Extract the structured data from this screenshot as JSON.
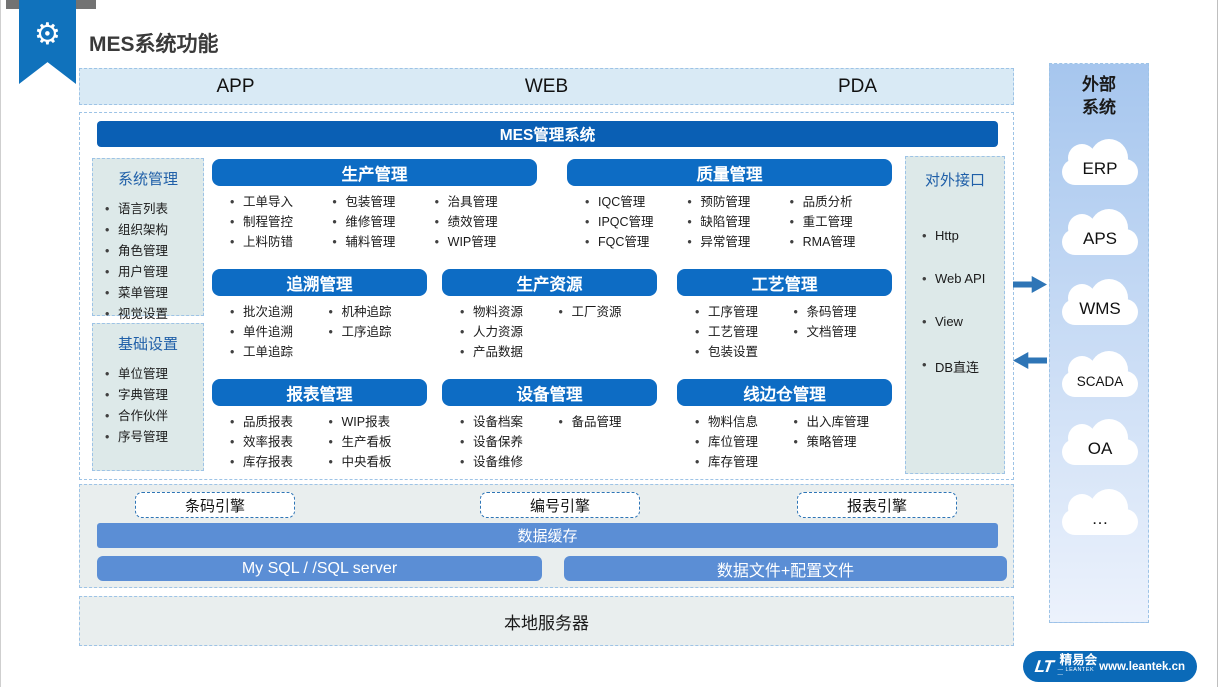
{
  "page": {
    "title": "MES系统功能"
  },
  "app_bar": {
    "items": [
      "APP",
      "WEB",
      "PDA"
    ]
  },
  "mes": {
    "title": "MES管理系统"
  },
  "left_boxes": [
    {
      "title": "系统管理",
      "items": [
        "语言列表",
        "组织架构",
        "角色管理",
        "用户管理",
        "菜单管理",
        "视觉设置"
      ]
    },
    {
      "title": "基础设置",
      "items": [
        "单位管理",
        "字典管理",
        "合作伙伴",
        "序号管理"
      ]
    }
  ],
  "sections": [
    {
      "title": "生产管理",
      "columns": [
        [
          "工单导入",
          "制程管控",
          "上料防错"
        ],
        [
          "包装管理",
          "维修管理",
          "辅料管理"
        ],
        [
          "治具管理",
          "绩效管理",
          "WIP管理"
        ]
      ]
    },
    {
      "title": "质量管理",
      "columns": [
        [
          "IQC管理",
          "IPQC管理",
          "FQC管理"
        ],
        [
          "预防管理",
          "缺陷管理",
          "异常管理"
        ],
        [
          "品质分析",
          "重工管理",
          "RMA管理"
        ]
      ]
    },
    {
      "title": "追溯管理",
      "columns": [
        [
          "批次追溯",
          "单件追溯",
          "工单追踪"
        ],
        [
          "机种追踪",
          "工序追踪"
        ]
      ]
    },
    {
      "title": "生产资源",
      "columns": [
        [
          "物料资源",
          "人力资源",
          "产品数据"
        ],
        [
          "工厂资源"
        ]
      ]
    },
    {
      "title": "工艺管理",
      "columns": [
        [
          "工序管理",
          "工艺管理",
          "包装设置"
        ],
        [
          "条码管理",
          "文档管理"
        ]
      ]
    },
    {
      "title": "报表管理",
      "columns": [
        [
          "品质报表",
          "效率报表",
          "库存报表"
        ],
        [
          "WIP报表",
          "生产看板",
          "中央看板"
        ]
      ]
    },
    {
      "title": "设备管理",
      "columns": [
        [
          "设备档案",
          "设备保养",
          "设备维修"
        ],
        [
          "备品管理"
        ]
      ]
    },
    {
      "title": "线边仓管理",
      "columns": [
        [
          "物料信息",
          "库位管理",
          "库存管理"
        ],
        [
          "出入库管理",
          "策略管理"
        ]
      ]
    }
  ],
  "interfaces": {
    "title": "对外接口",
    "items": [
      "Http",
      "Web API",
      "View",
      "DB直连"
    ]
  },
  "engines": [
    "条码引擎",
    "编号引擎",
    "报表引擎"
  ],
  "data_layer": {
    "cache": "数据缓存",
    "db": "My SQL / /SQL server",
    "files": "数据文件+配置文件"
  },
  "local_server": "本地服务器",
  "external": {
    "title": "外部系统",
    "clouds": [
      "ERP",
      "APS",
      "WMS",
      "SCADA",
      "OA",
      "…"
    ]
  },
  "footer": {
    "logo": "LT",
    "brand": "精易会",
    "sub": "— LEANTEK —",
    "url": "www.leantek.cn"
  },
  "colors": {
    "ribbon": "#1072bc",
    "accent": "#0d6cc4",
    "mes": "#0a5fb4",
    "mid": "#5b8ed5",
    "appbar": "#d9eaf5",
    "teal": "#dde9e9",
    "gray": "#e9eeee",
    "dash": "#9dc3e6",
    "dash2": "#2e75b6",
    "arrow": "#2e75b6",
    "footer": "#0b6ab8",
    "paneltop": "#a6c6ee",
    "panelbottom": "#ecf2fc",
    "titleblue": "#1f5fa8"
  }
}
